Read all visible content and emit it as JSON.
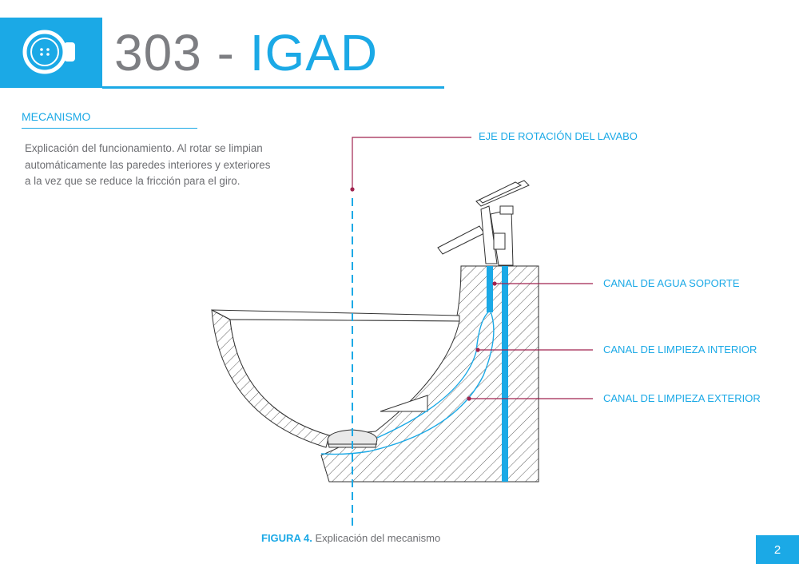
{
  "header": {
    "title_number": "303",
    "title_dash": "-",
    "title_name": "IGAD",
    "logo_icon": "button-circle-icon"
  },
  "section": {
    "title": "MECANISMO",
    "body": "Explicación del funcionamiento. Al rotar se limpian automáticamente las paredes interiores y exteriores a la vez que se reduce la fricción para el giro."
  },
  "figure": {
    "callouts": {
      "axis": "EJE DE ROTACIÓN DEL LAVABO",
      "support_channel": "CANAL DE AGUA SOPORTE",
      "inner_channel": "CANAL DE LIMPIEZA INTERIOR",
      "outer_channel": "CANAL DE LIMPIEZA EXTERIOR"
    },
    "caption_label": "FIGURA 4.",
    "caption_text": "Explicación del mecanismo"
  },
  "page": {
    "number": "2"
  },
  "colors": {
    "accent": "#1ba9e6",
    "gray_text": "#7d7e82",
    "leader": "#a0234f"
  }
}
